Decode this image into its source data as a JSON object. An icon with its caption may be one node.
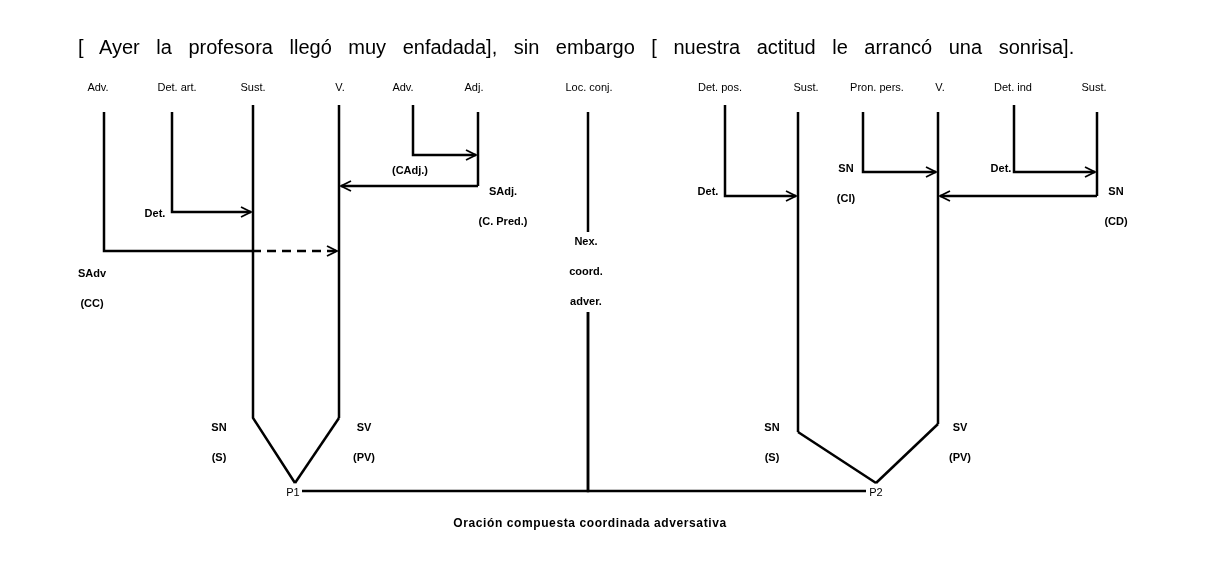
{
  "diagram": {
    "title": "[ Ayer la profesora llegó muy enfadada], sin embargo [ nuestra actitud le arrancó una sonrisa].",
    "caption": "Oración compuesta coordinada adversativa",
    "nodes": [
      {
        "text": [
          "Adv."
        ]
      },
      {
        "text": [
          "Det. art."
        ]
      },
      {
        "text": [
          "Sust."
        ]
      },
      {
        "text": [
          "V."
        ]
      },
      {
        "text": [
          "Adv."
        ]
      },
      {
        "text": [
          "Adj."
        ]
      },
      {
        "text": [
          "Loc. conj."
        ]
      },
      {
        "text": [
          "Det. pos."
        ]
      },
      {
        "text": [
          "Sust."
        ]
      },
      {
        "text": [
          "Pron. pers."
        ]
      },
      {
        "text": [
          "V."
        ]
      },
      {
        "text": [
          "Det. ind"
        ]
      },
      {
        "text": [
          "Sust."
        ]
      },
      {
        "text": [
          "Nex. coord. adver."
        ]
      },
      {
        "text": [
          "P1"
        ]
      },
      {
        "text": [
          "P2"
        ]
      }
    ],
    "edges": [
      {
        "from": 0,
        "to": 3,
        "arrow": "to",
        "style": "dashed",
        "label": "SAdv (CC)"
      },
      {
        "from": 1,
        "to": 2,
        "arrow": "to",
        "label": "Det."
      },
      {
        "from": 4,
        "to": 5,
        "arrow": "to",
        "label": "(CAdj.)"
      },
      {
        "from": 5,
        "to": 3,
        "arrow": "to",
        "label": "SAdj. (C. Pred.)"
      },
      {
        "from": 6,
        "to": 13,
        "arrow": "none"
      },
      {
        "from": 13,
        "to": 14,
        "arrow": "none"
      },
      {
        "from": 13,
        "to": 15,
        "arrow": "none"
      },
      {
        "from": 2,
        "to": 14,
        "arrow": "none",
        "label": "SN (S)"
      },
      {
        "from": 3,
        "to": 14,
        "arrow": "none",
        "label": "SV (PV)"
      },
      {
        "from": 7,
        "to": 8,
        "arrow": "to",
        "label": "Det."
      },
      {
        "from": 9,
        "to": 10,
        "arrow": "to",
        "label": "SN (CI)"
      },
      {
        "from": 11,
        "to": 12,
        "arrow": "to",
        "label": "Det."
      },
      {
        "from": 12,
        "to": 10,
        "arrow": "to",
        "label": "SN (CD)"
      },
      {
        "from": 8,
        "to": 15,
        "arrow": "none",
        "label": "SN (S)"
      },
      {
        "from": 10,
        "to": 15,
        "arrow": "none",
        "label": "SV (PV)"
      }
    ]
  }
}
